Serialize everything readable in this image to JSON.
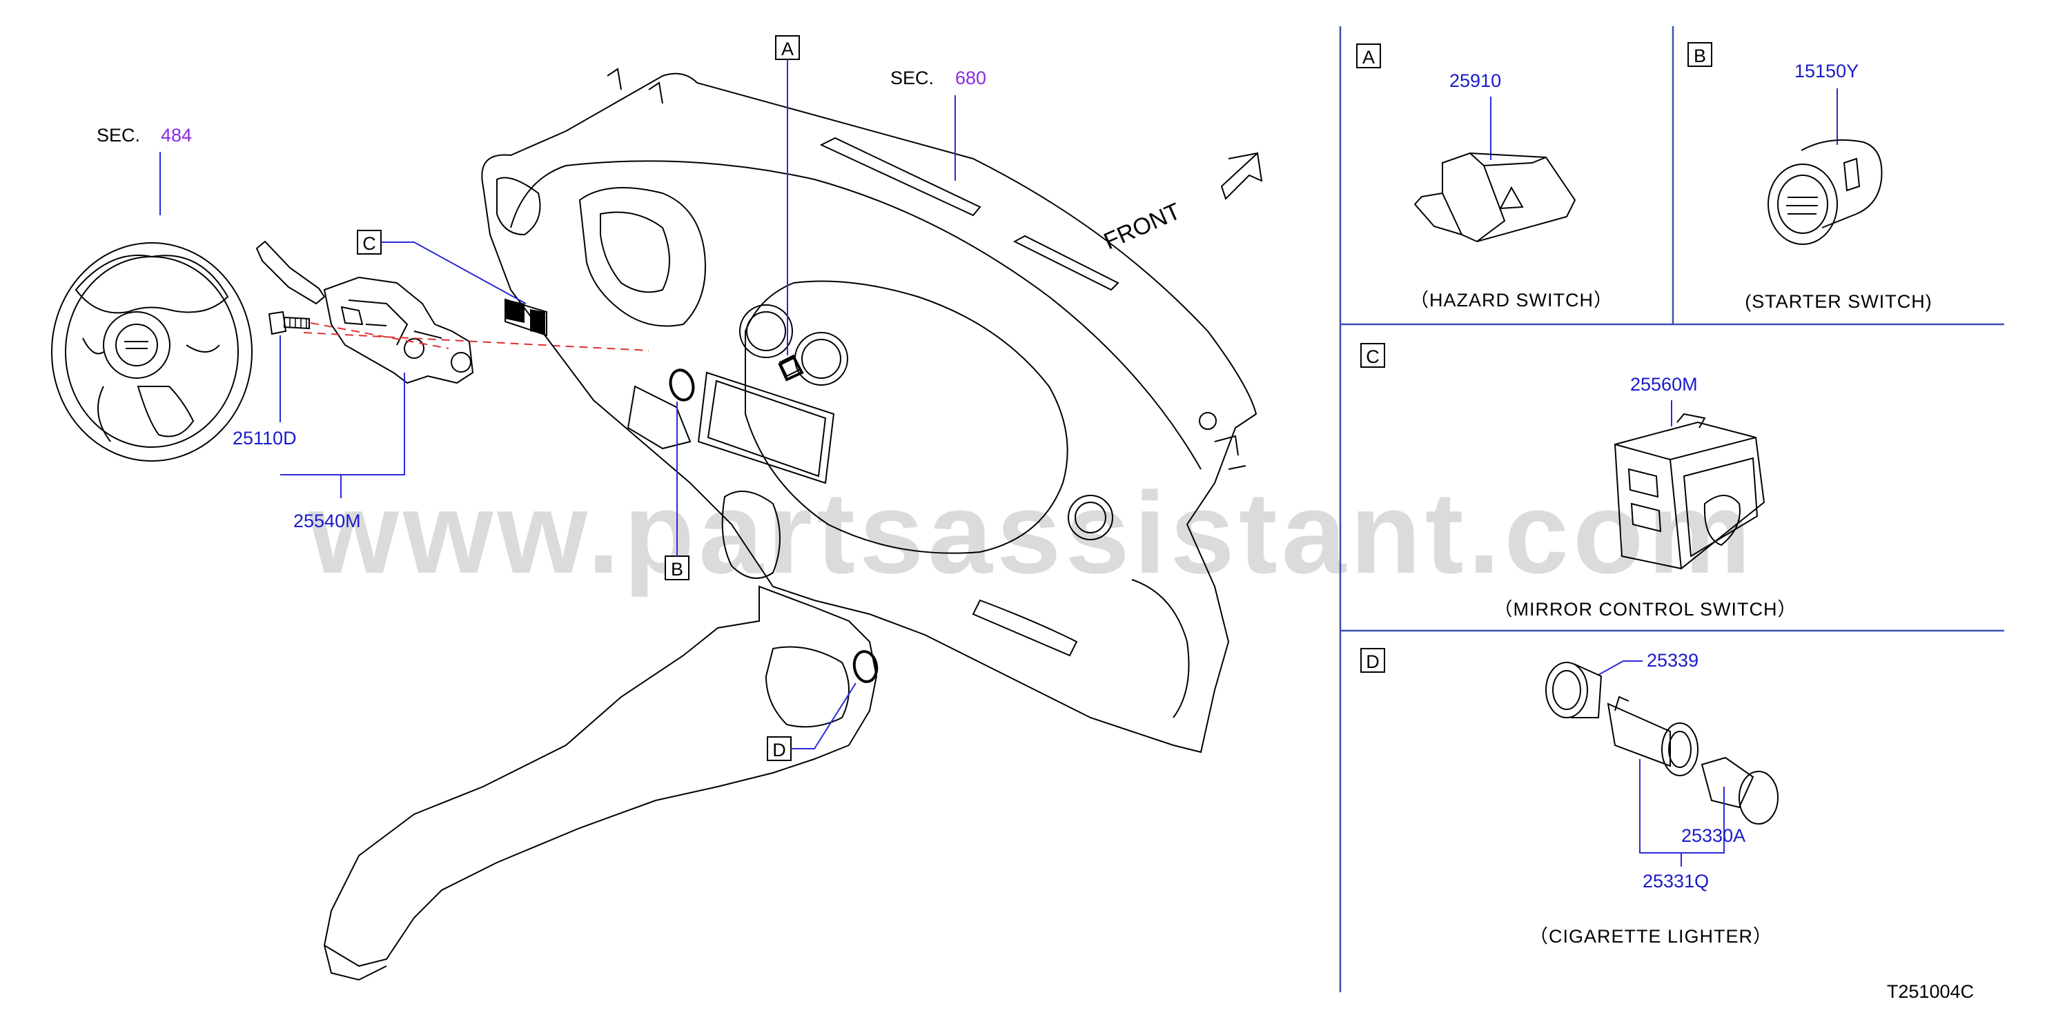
{
  "watermark": "www.partsassistant.com",
  "diagram_id": "T251004C",
  "front_label": "FRONT",
  "sections": [
    {
      "prefix": "SEC.",
      "number": "484"
    },
    {
      "prefix": "SEC.",
      "number": "680"
    }
  ],
  "callouts": [
    "A",
    "B",
    "C",
    "D"
  ],
  "main_parts": [
    "25110D",
    "25540M"
  ],
  "panels": {
    "a": {
      "letter": "A",
      "part": "25910",
      "caption": "（HAZARD   SWITCH）"
    },
    "b": {
      "letter": "B",
      "part": "15150Y",
      "caption": "(STARTER   SWITCH)"
    },
    "c": {
      "letter": "C",
      "part": "25560M",
      "caption": "（MIRROR   CONTROL   SWITCH）"
    },
    "d": {
      "letter": "D",
      "parts": [
        "25339",
        "25330A",
        "25331Q"
      ],
      "caption": "（CIGARETTE   LIGHTER）"
    }
  }
}
